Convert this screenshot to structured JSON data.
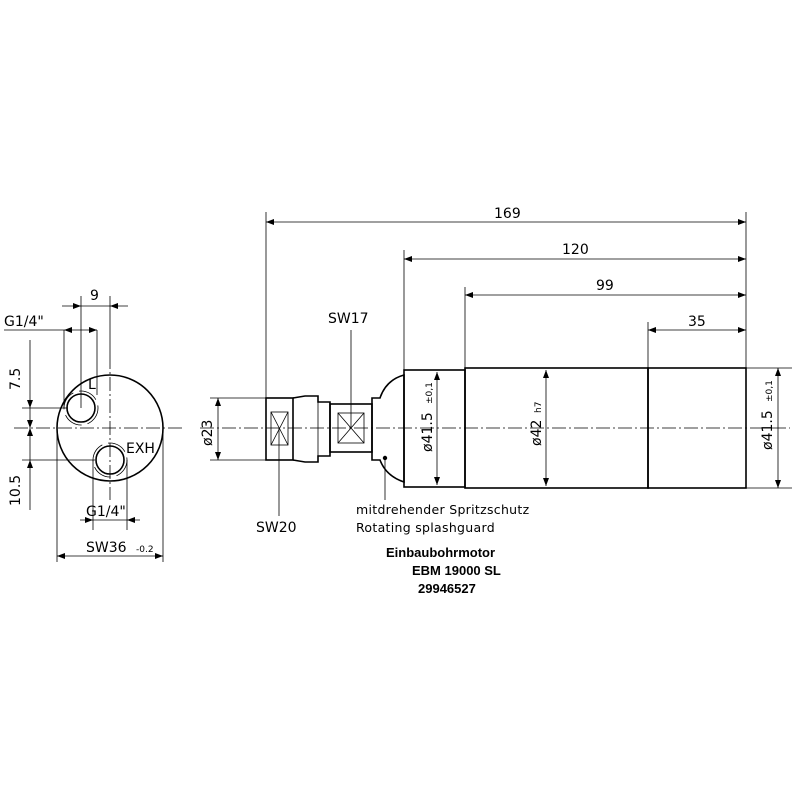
{
  "dimensions": {
    "overall_length": "169",
    "length_120": "120",
    "length_99": "99",
    "length_35": "35",
    "width_9": "9",
    "offset_7_5": "7.5",
    "offset_10_5": "10.5",
    "dia_23": "ø23",
    "dia_41_5_left": "ø41.5",
    "tol_left": "±0,1",
    "dia_42": "ø42",
    "tol_h7": "h7",
    "dia_41_5_right": "ø41.5",
    "tol_right": "±0,1",
    "sw17": "SW17",
    "sw20": "SW20",
    "sw36": "SW36",
    "sw36_tol": "-0.2"
  },
  "ports": {
    "thread_top": "G1/4\"",
    "thread_bottom": "G1/4\"",
    "label_l": "L",
    "label_exh": "EXH"
  },
  "notes": {
    "splashguard_de": "mitdrehender Spritzschutz",
    "splashguard_en": "Rotating splashguard"
  },
  "title_block": {
    "line1": "Einbaubohrmotor",
    "line2": "EBM 19000 SL",
    "line3": "29946527"
  }
}
